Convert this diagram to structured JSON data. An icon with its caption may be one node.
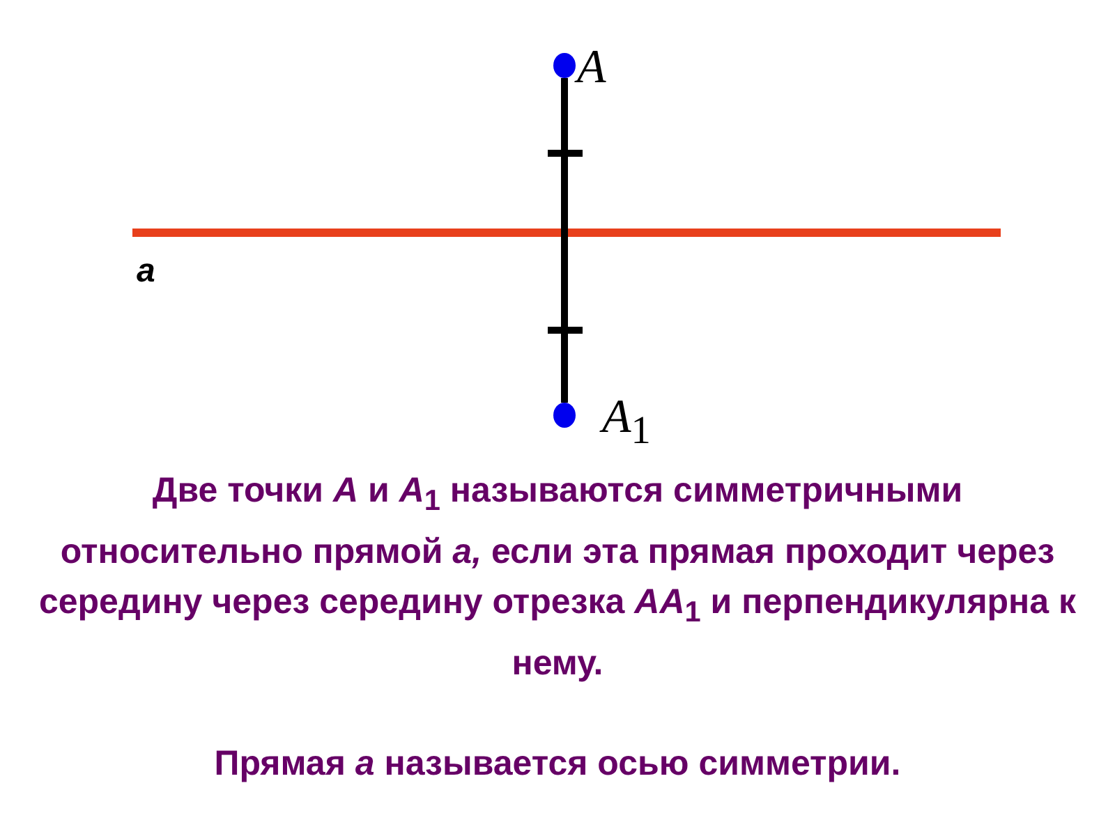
{
  "diagram": {
    "nodes": [
      {
        "text": [],
        "shape": "circle",
        "beside": [
          "*A*"
        ]
      },
      {
        "text": [],
        "shape": "circle",
        "beside": [
          "*A*$_{1}$"
        ]
      }
    ],
    "edges": [
      {
        "from": 0,
        "to": 1,
        "arrow": "none"
      }
    ],
    "labels": [
      "*a*",
      "Две точки *A* и *A*$_{1}$ называются симметричными относительно прямой *a,* если эта прямая проходит через середину через середину отрезка *AA*$_{1}$ и перпендикулярна к нему.",
      "Прямая *a* называется осью симметрии."
    ]
  }
}
